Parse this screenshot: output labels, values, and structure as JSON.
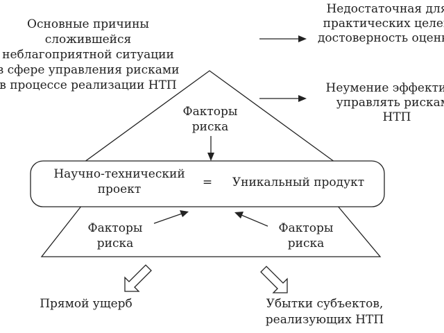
{
  "causes": {
    "lines": [
      "Основные причины",
      "сложившейся",
      "неблагоприятной ситуации",
      "в сфере управления рисками",
      "в процессе реализации НТП"
    ]
  },
  "outcomes": {
    "top": [
      "Недостаточная для",
      "практических целей",
      "достоверность оценки"
    ],
    "middle": [
      "Неумение эффективно",
      "управлять рисками",
      "НТП"
    ]
  },
  "apex_factors": [
    "Факторы",
    "риска"
  ],
  "central_box": {
    "left_lines": [
      "Научно-технический",
      "проект"
    ],
    "equals": "=",
    "right": "Уникальный продукт"
  },
  "lower_left_factors": [
    "Факторы",
    "риска"
  ],
  "lower_right_factors": [
    "Факторы",
    "риска"
  ],
  "consequences": {
    "left": [
      "Прямой ущерб"
    ],
    "right": [
      "Убытки субъектов,",
      "реализующих НТП"
    ]
  }
}
